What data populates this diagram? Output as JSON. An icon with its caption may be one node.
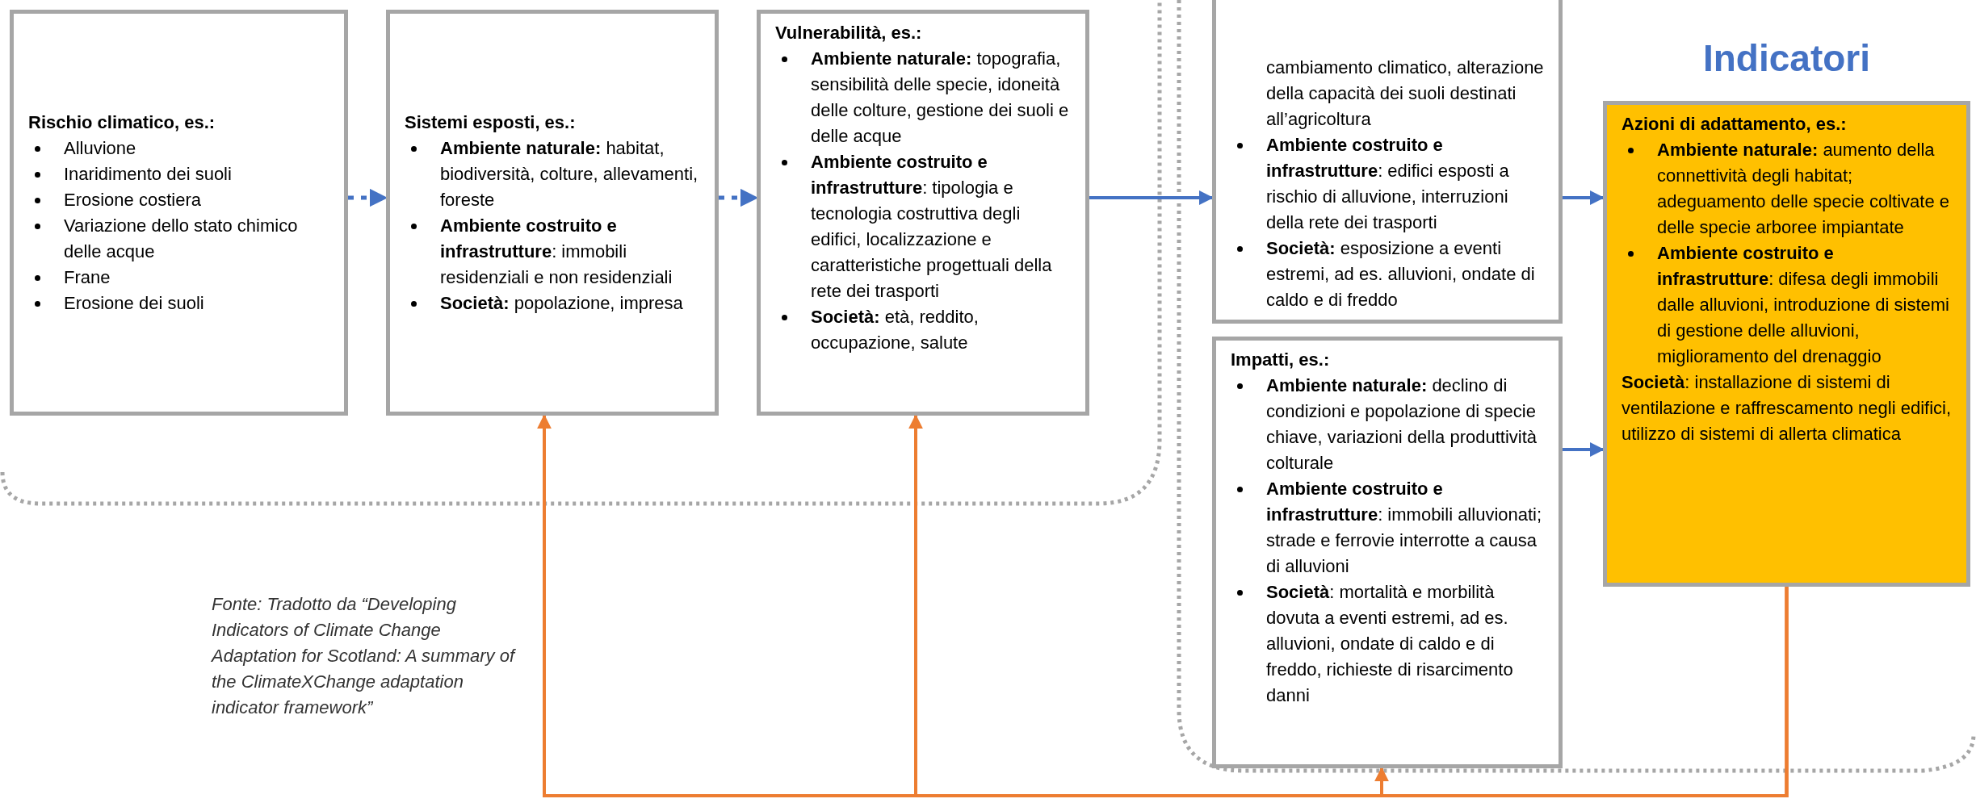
{
  "diagram": {
    "caption": "Fonte: Tradotto da “Developing Indicators of Climate Change Adaptation for Scotland: A summary of the ClimateXChange adaptation indicator framework”",
    "nodes": [
      {
        "text": [
          "Rischio climatico, es.:",
          "Alluvione",
          "Inaridimento dei suoli",
          "Erosione costiera",
          "Variazione dello stato chimico delle acque",
          "Frane",
          "Erosione dei suoli"
        ]
      },
      {
        "text": [
          "Sistemi esposti, es.:",
          "**Ambiente naturale:** habitat, biodiversità, colture, allevamenti, foreste",
          "**Ambiente costruito e infrastrutture**: immobili residenziali e non residenziali",
          "**Società:** popolazione, impresa"
        ]
      },
      {
        "text": [
          "Vulnerabilità, es.:",
          "**Ambiente naturale:** topografia, sensibilità delle specie, idoneità delle colture, gestione dei suoli e delle acque",
          "**Ambiente costruito e infrastrutture**: tipologia e tecnologia costruttiva degli edifici, localizzazione e caratteristiche progettuali della rete dei trasporti",
          "**Società:** età, reddito, occupazione, salute"
        ]
      },
      {
        "text": [
          "cambiamento climatico, alterazione della capacità dei suoli destinati all’agricoltura",
          "**Ambiente costruito e infrastrutture**: edifici esposti a rischio di alluvione, interruzioni della rete dei trasporti",
          "**Società:** esposizione a eventi estremi, ad es. alluvioni, ondate di caldo e di freddo"
        ]
      },
      {
        "text": [
          "Impatti, es.:",
          "**Ambiente naturale:** declino di condizioni e popolazione di specie chiave, variazioni della produttività colturale",
          "**Ambiente costruito e infrastrutture**: immobili alluvionati; strade e ferrovie interrotte a causa di alluvioni",
          "**Società**: mortalità e morbilità dovuta a eventi estremi, ad es. alluvioni, ondate di caldo e di freddo, richieste di risarcimento danni"
        ]
      },
      {
        "beside": [
          "Indicatori"
        ],
        "text": [
          "Azioni di adattamento, es.:",
          "**Ambiente naturale:** aumento della connettività degli habitat; adeguamento delle specie coltivate e delle specie arboree impiantate",
          "**Ambiente costruito e infrastrutture**: difesa degli immobili dalle alluvioni, introduzione di sistemi di gestione delle alluvioni, miglioramento del drenaggio",
          "**Società**: installazione di sistemi di ventilazione e raffrescamento negli edifici, utilizzo di sistemi di allerta climatica"
        ]
      }
    ],
    "edges": [
      {
        "from": 0,
        "to": 1,
        "arrow": "to",
        "style": "dashed"
      },
      {
        "from": 1,
        "to": 2,
        "arrow": "to",
        "style": "dashed"
      },
      {
        "from": 2,
        "to": 3,
        "arrow": "to"
      },
      {
        "from": 3,
        "to": 5,
        "arrow": "to"
      },
      {
        "from": 4,
        "to": 5,
        "arrow": "to"
      },
      {
        "from": 5,
        "to": 1,
        "arrow": "to",
        "color": "#ed7d31"
      },
      {
        "from": 5,
        "to": 2,
        "arrow": "to",
        "color": "#ed7d31"
      },
      {
        "from": 5,
        "to": 4,
        "arrow": "to",
        "color": "#ed7d31"
      }
    ]
  }
}
